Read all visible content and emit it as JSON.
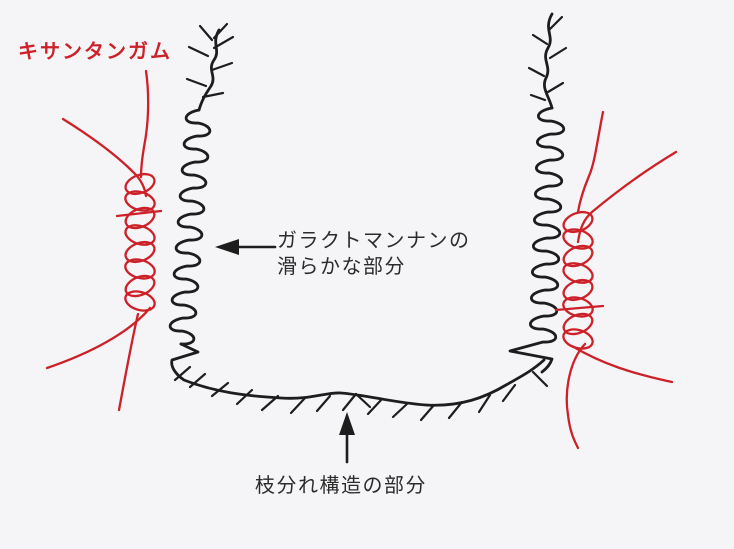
{
  "labels": {
    "xanthan_gum": "キサンタンガム",
    "smooth_region_line1": "ガラクトマンナンの",
    "smooth_region_line2": "滑らかな部分",
    "branched_region": "枝分れ構造の部分"
  },
  "colors": {
    "background": "#f5f5f7",
    "xanthan-red": "#cd2129",
    "chain-black": "#1d1d1d",
    "label-gray": "#2c2c2c"
  }
}
